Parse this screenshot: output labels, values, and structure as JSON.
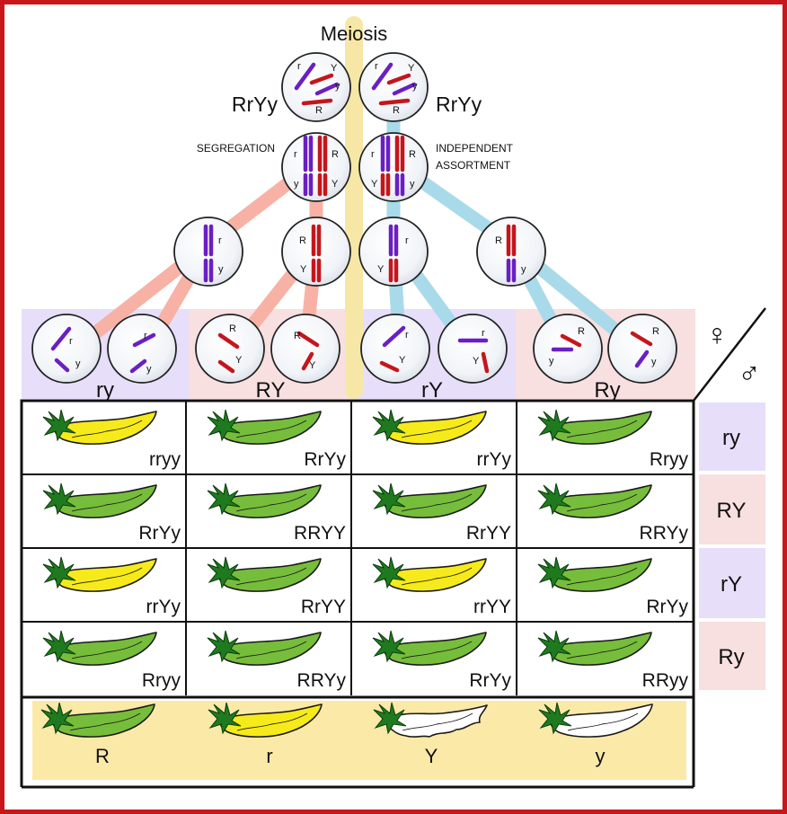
{
  "title": "Meiosis",
  "parents": {
    "left_genotype": "RrYy",
    "right_genotype": "RrYy"
  },
  "labels": {
    "segregation": "SEGREGATION",
    "independent_assortment": [
      "INDEPENDENT",
      "ASSORTMENT"
    ]
  },
  "chromosome_letters": {
    "parent_cell": [
      "r",
      "Y",
      "y",
      "R"
    ],
    "stage2_left": [
      "r",
      "R",
      "y",
      "Y"
    ],
    "stage2_right": [
      "r",
      "R",
      "y",
      "Y"
    ],
    "stage3": [
      [
        "r",
        "y"
      ],
      [
        "R",
        "Y"
      ],
      [
        "r",
        "Y"
      ],
      [
        "R",
        "y"
      ]
    ],
    "gametes": [
      [
        "r",
        "y"
      ],
      [
        "r",
        "y"
      ],
      [
        "R",
        "Y"
      ],
      [
        "R",
        "Y"
      ],
      [
        "r",
        "Y"
      ],
      [
        "r",
        "Y"
      ],
      [
        "R",
        "y"
      ],
      [
        "R",
        "y"
      ]
    ]
  },
  "gamete_groups": [
    "ry",
    "RY",
    "rY",
    "Ry"
  ],
  "symbols": {
    "female": "♀",
    "male": "♂"
  },
  "row_headers": [
    "ry",
    "RY",
    "rY",
    "Ry"
  ],
  "punnett": [
    [
      {
        "g": "rryy",
        "c": "yellow"
      },
      {
        "g": "RrYy",
        "c": "green"
      },
      {
        "g": "rrYy",
        "c": "yellow"
      },
      {
        "g": "Rryy",
        "c": "green"
      }
    ],
    [
      {
        "g": "RrYy",
        "c": "green"
      },
      {
        "g": "RRYY",
        "c": "green"
      },
      {
        "g": "RrYY",
        "c": "green"
      },
      {
        "g": "RRYy",
        "c": "green"
      }
    ],
    [
      {
        "g": "rrYy",
        "c": "yellow"
      },
      {
        "g": "RrYY",
        "c": "green"
      },
      {
        "g": "rrYY",
        "c": "yellow"
      },
      {
        "g": "RrYy",
        "c": "green"
      }
    ],
    [
      {
        "g": "Rryy",
        "c": "green"
      },
      {
        "g": "RRYy",
        "c": "green"
      },
      {
        "g": "RrYy",
        "c": "green"
      },
      {
        "g": "RRyy",
        "c": "green"
      }
    ]
  ],
  "legend": [
    {
      "label": "R",
      "color": "green",
      "shape": "smooth"
    },
    {
      "label": "r",
      "color": "yellow",
      "shape": "smooth"
    },
    {
      "label": "Y",
      "color": "white",
      "shape": "wrinkled"
    },
    {
      "label": "y",
      "color": "white",
      "shape": "smooth"
    }
  ],
  "colors": {
    "frame": "#c8171b",
    "dominant_chromosome": "#c4161c",
    "recessive_chromosome": "#6a1fc2",
    "pod_green": "#76bd3b",
    "pod_yellow": "#f6ea1a",
    "pod_white": "#ffffff",
    "stem": "#1f7a1f",
    "segregation_band": "#f7b2a5",
    "assortment_band": "#a9daea",
    "center_band": "#f7e7a6",
    "panel_purple": "#e7defa",
    "panel_pink": "#f8dfe0",
    "legend_band": "#fbe9a8"
  }
}
